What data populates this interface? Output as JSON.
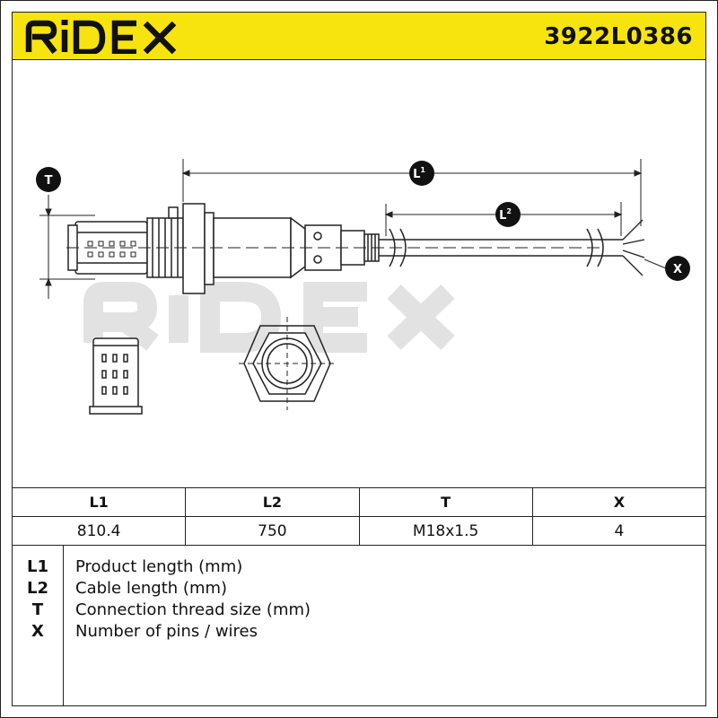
{
  "header": {
    "brand": "RIDEX",
    "part_number": "3922L0386",
    "accent_color": "#f7e40f"
  },
  "drawing": {
    "labels": {
      "t": "T",
      "l1_main": "L",
      "l1_sup": "1",
      "l2_main": "L",
      "l2_sup": "2",
      "x": "X"
    },
    "watermark": "RIDEX"
  },
  "table": {
    "headers": [
      "L1",
      "L2",
      "T",
      "X"
    ],
    "values": [
      "810.4",
      "750",
      "M18x1.5",
      "4"
    ]
  },
  "legend": [
    {
      "key": "L1",
      "text": "Product length (mm)"
    },
    {
      "key": "L2",
      "text": "Cable length (mm)"
    },
    {
      "key": "T",
      "text": "Connection thread size (mm)"
    },
    {
      "key": "X",
      "text": "Number of pins / wires"
    }
  ]
}
